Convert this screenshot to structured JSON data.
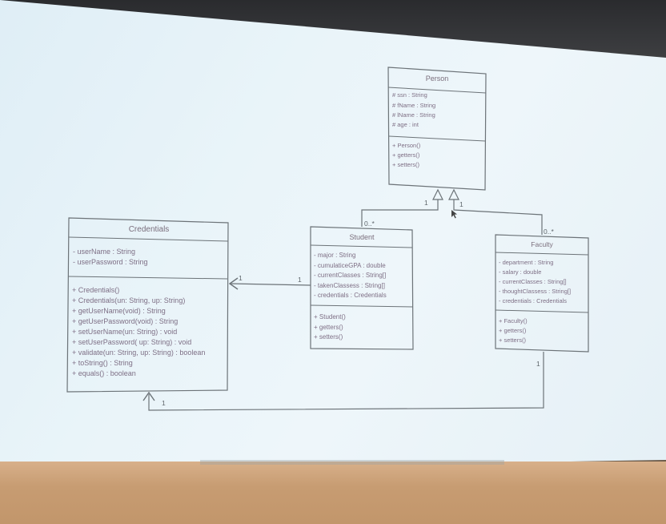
{
  "classes": {
    "person": {
      "name": "Person",
      "attributes": [
        "# ssn : String",
        "# fName : String",
        "# lName : String",
        "# age : int"
      ],
      "methods": [
        "+ Person()",
        "+ getters()",
        "+ setters()"
      ]
    },
    "credentials": {
      "name": "Credentials",
      "attributes": [
        "- userName : String",
        "- userPassword : String"
      ],
      "methods": [
        "+ Credentials()",
        "+ Credentials(un: String, up: String)",
        "+ getUserName(void) : String",
        "+ getUserPassword(void) : String",
        "+ setUserName(un: String) : void",
        "+ setUserPassword( up: String) : void",
        "+ validate(un: String, up: String) : boolean",
        "+ toString() : String",
        "+ equals() : boolean"
      ]
    },
    "student": {
      "name": "Student",
      "attributes": [
        "- major : String",
        "- cumulaticeGPA : double",
        "- currentClasses : String[]",
        "- takenClassess : String[]",
        "- credentials : Credentials"
      ],
      "methods": [
        "+ Student()",
        "+ getters()",
        "+ setters()"
      ]
    },
    "faculty": {
      "name": "Faculty",
      "attributes": [
        "- department : String",
        "- salary : double",
        "- currentClasses : String[]",
        "- thoughtClassess : String[]",
        "- credentials : Credentials"
      ],
      "methods": [
        "+ Faculty()",
        "+ getters()",
        "+ setters()"
      ]
    }
  },
  "multiplicities": {
    "student_inherit_top": "1",
    "student_inherit_bottom": "0..*",
    "faculty_inherit_top": "1",
    "faculty_inherit_bottom": "0..*",
    "student_cred_near_student": "1",
    "student_cred_near_cred": "1",
    "faculty_cred_near_faculty": "1",
    "faculty_cred_near_cred": "1"
  }
}
